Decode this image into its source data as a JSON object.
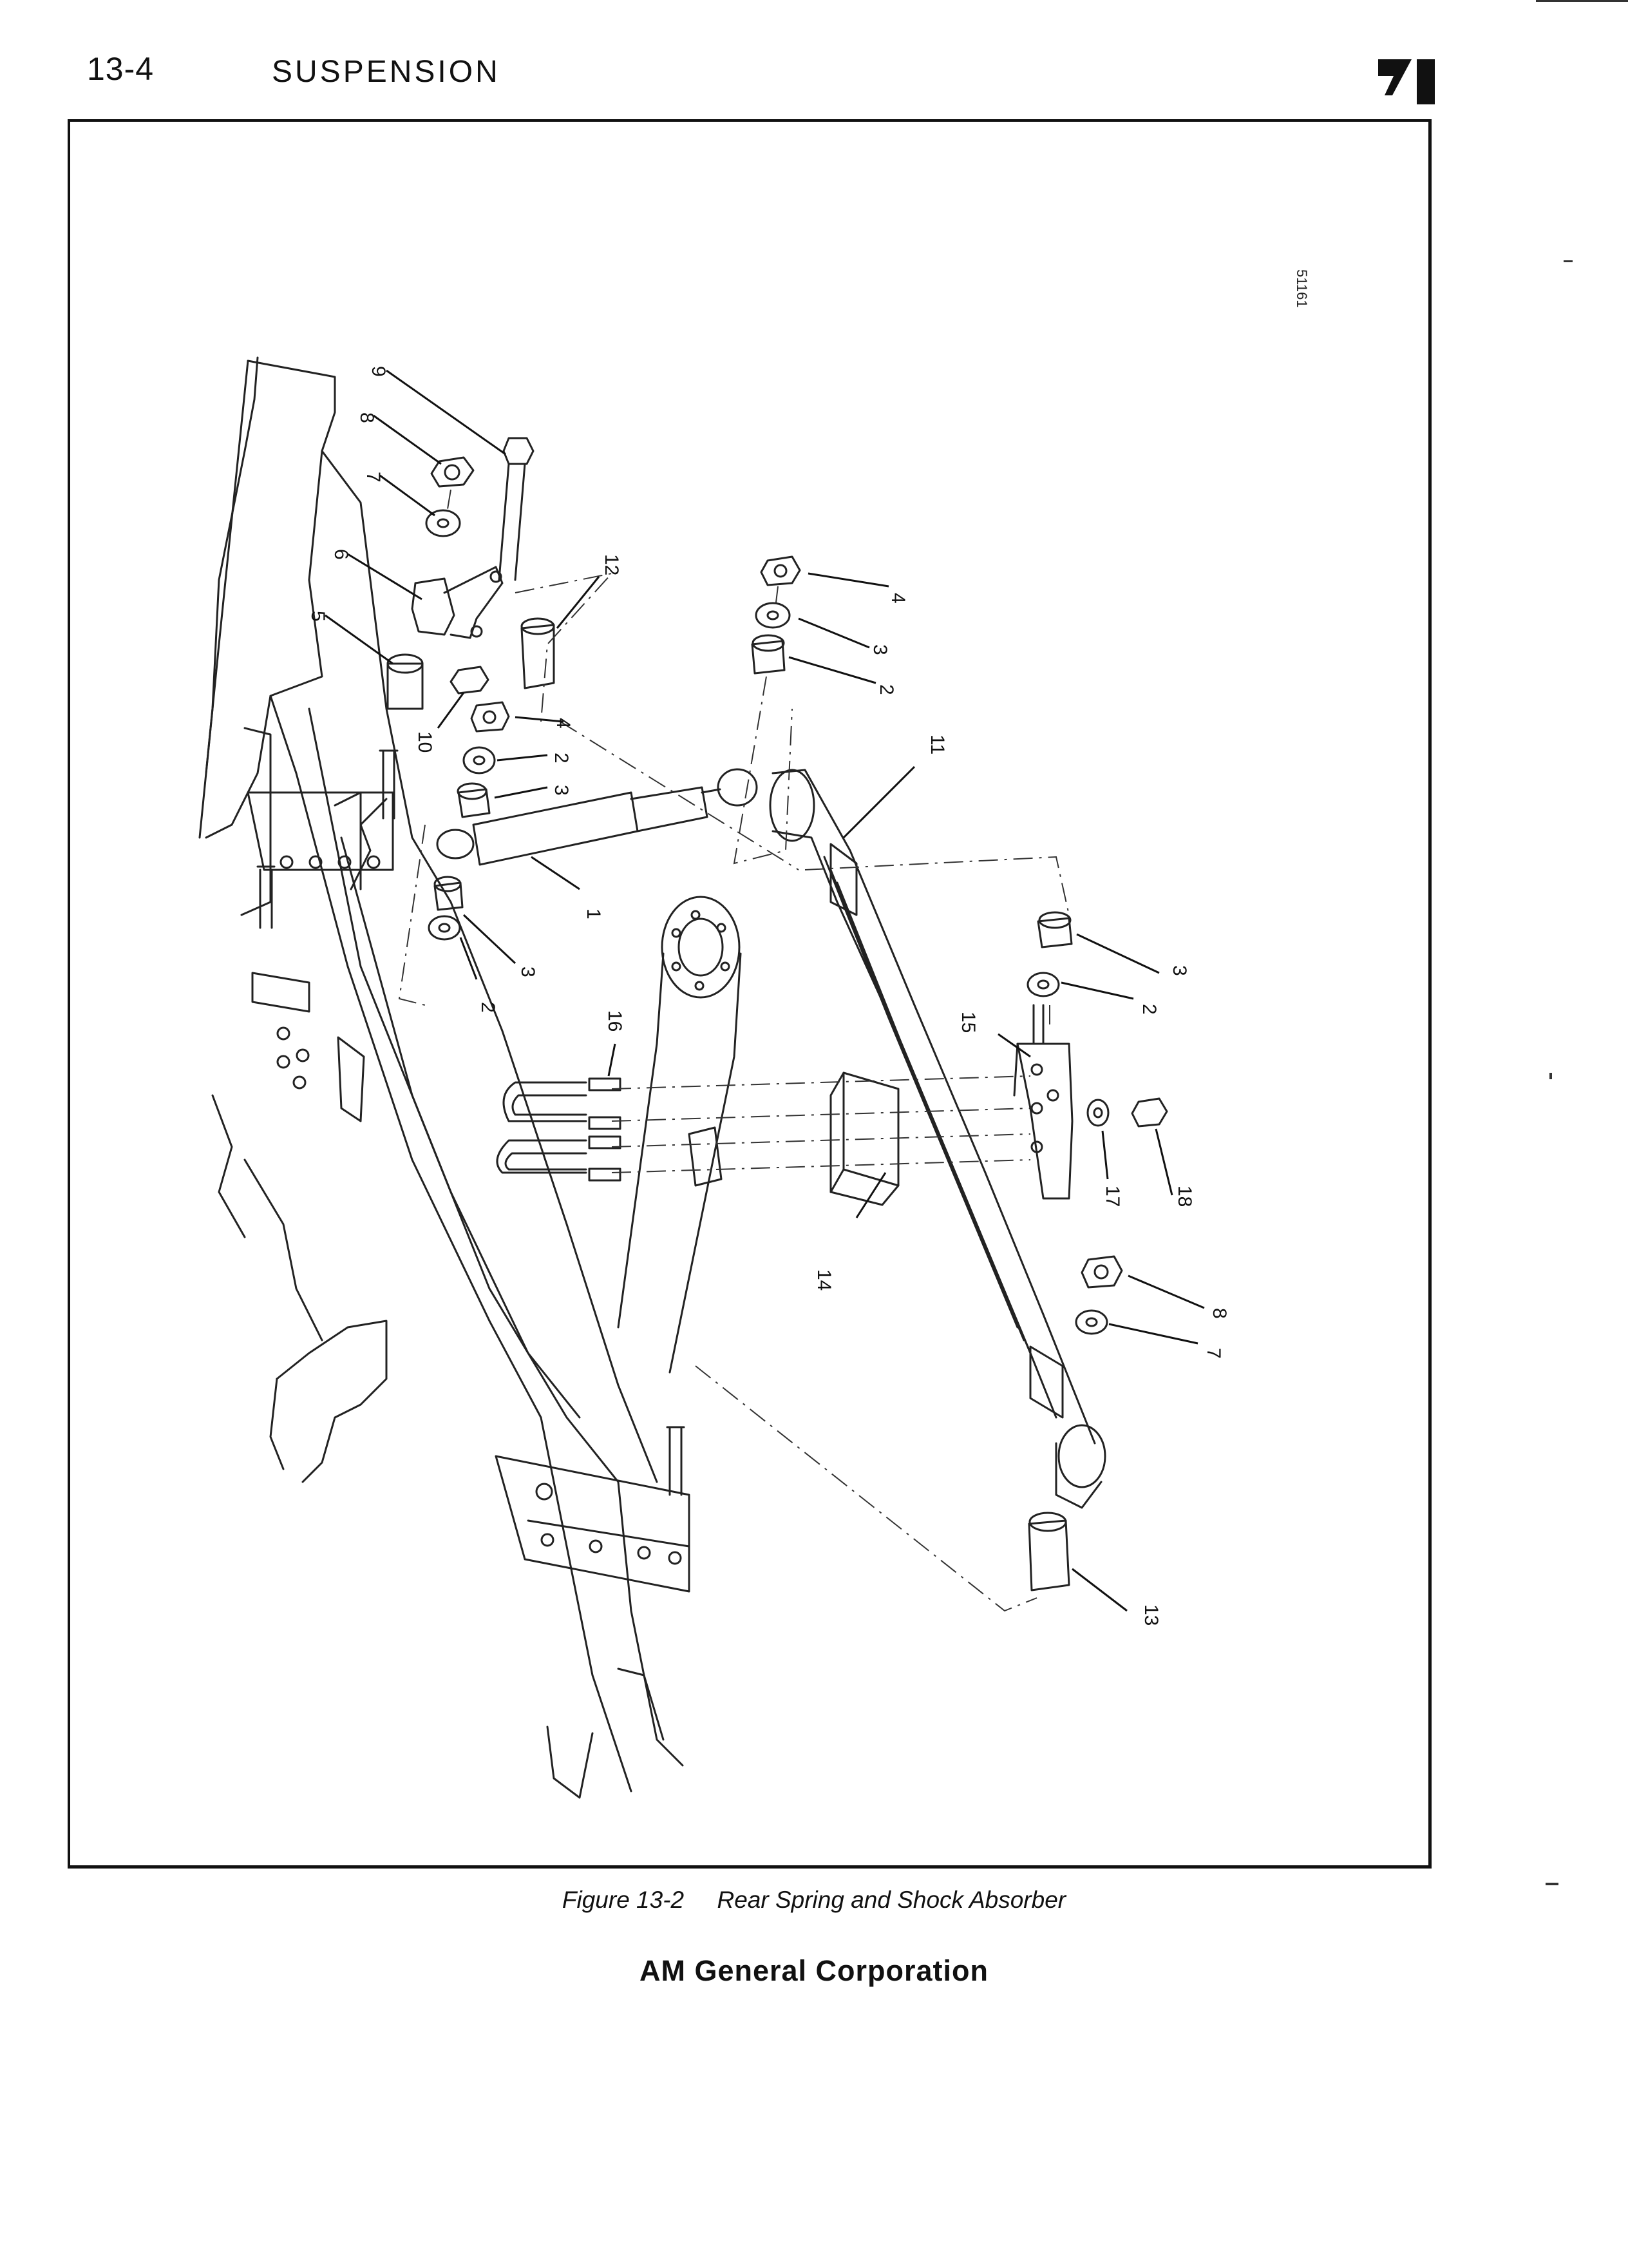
{
  "header": {
    "page_number": "13-4",
    "section_title": "SUSPENSION"
  },
  "figure": {
    "caption": "Figure 13-2     Rear Spring and Shock Absorber",
    "drawing_number": "51161",
    "callouts": [
      "1",
      "2",
      "2",
      "2",
      "2",
      "3",
      "3",
      "3",
      "3",
      "4",
      "4",
      "5",
      "6",
      "7",
      "7",
      "8",
      "8",
      "9",
      "10",
      "11",
      "12",
      "13",
      "14",
      "15",
      "16",
      "17",
      "18"
    ]
  },
  "footer": {
    "corporation": "AM General Corporation"
  },
  "logo": {
    "icon": "jeep-brand-logo"
  }
}
